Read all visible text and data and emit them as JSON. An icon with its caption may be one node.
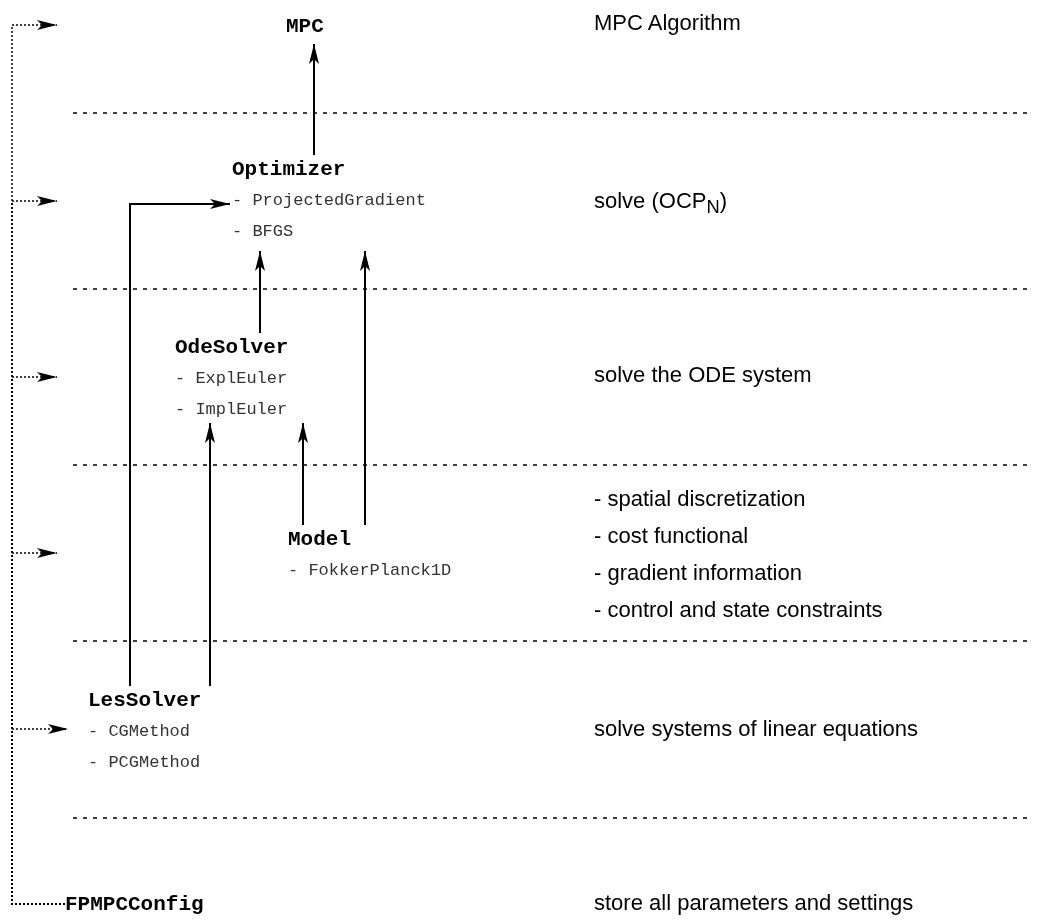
{
  "diagram": {
    "nodes": [
      {
        "text": [
          "MPC"
        ]
      },
      {
        "text": [
          "Optimizer",
          "- ProjectedGradient",
          "- BFGS"
        ]
      },
      {
        "text": [
          "OdeSolver",
          "- ExplEuler",
          "- ImplEuler"
        ]
      },
      {
        "text": [
          "Model",
          "- FokkerPlanck1D"
        ]
      },
      {
        "text": [
          "LesSolver",
          "- CGMethod",
          "- PCGMethod"
        ]
      },
      {
        "text": [
          "FPMPCConfig"
        ]
      }
    ],
    "edges": [
      {
        "from": 1,
        "to": 0,
        "arrow": "to"
      },
      {
        "from": 2,
        "to": 1,
        "arrow": "to"
      },
      {
        "from": 3,
        "to": 2,
        "arrow": "to"
      },
      {
        "from": 3,
        "to": 1,
        "arrow": "to"
      },
      {
        "from": 4,
        "to": 2,
        "arrow": "to"
      },
      {
        "from": 4,
        "to": 1,
        "arrow": "to"
      },
      {
        "from": 5,
        "to": null,
        "arrow": "to",
        "style": "dashed"
      },
      {
        "from": 5,
        "to": null,
        "arrow": "to",
        "style": "dashed"
      },
      {
        "from": 5,
        "to": null,
        "arrow": "to",
        "style": "dashed"
      },
      {
        "from": 5,
        "to": null,
        "arrow": "to",
        "style": "dashed"
      },
      {
        "from": 5,
        "to": 4,
        "arrow": "to",
        "style": "dashed"
      }
    ],
    "labels": [
      "MPC Algorithm",
      "solve (OCP$_{N}$)",
      "solve the ODE system",
      "- spatial discretization",
      "- cost functional",
      "- gradient information",
      "- control and state constraints",
      "solve systems of linear equations",
      "store all parameters and settings"
    ]
  }
}
